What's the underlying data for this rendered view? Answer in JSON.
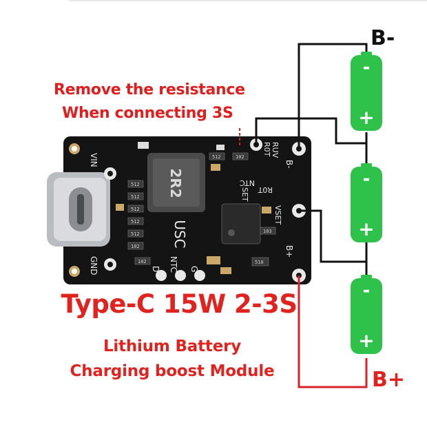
{
  "annotation": {
    "line1": "Remove the resistance",
    "line2": "When connecting 3S"
  },
  "title": "Type-C 15W 2-3S",
  "subtitle": {
    "line1": "Lithium Battery",
    "line2": "Charging boost Module"
  },
  "terminals": {
    "b_minus": "B-",
    "b_plus": "B+"
  },
  "batteries": [
    {
      "neg": "-",
      "pos": "+"
    },
    {
      "neg": "-",
      "pos": "+"
    },
    {
      "neg": "-",
      "pos": "+"
    }
  ],
  "pcb": {
    "inductor": "2R2",
    "silk_usc": "USC",
    "pins_left": [
      "VIN",
      "GND"
    ],
    "pins_bottom": [
      "D",
      "NTC",
      "G"
    ],
    "pins_right": [
      "B-",
      "VSET",
      "B+"
    ],
    "silk_top": [
      "RUV",
      "R0T",
      "NTC",
      "SET",
      "R0T"
    ],
    "res_labels": [
      "512",
      "512",
      "512",
      "512",
      "512",
      "102",
      "102",
      "512",
      "510",
      "102",
      "103"
    ]
  },
  "colors": {
    "accent_red": "#e0231f",
    "battery_green": "#2ec24a",
    "pcb_black": "#141414",
    "wire_black": "#111111",
    "wire_red": "#d8222a"
  }
}
